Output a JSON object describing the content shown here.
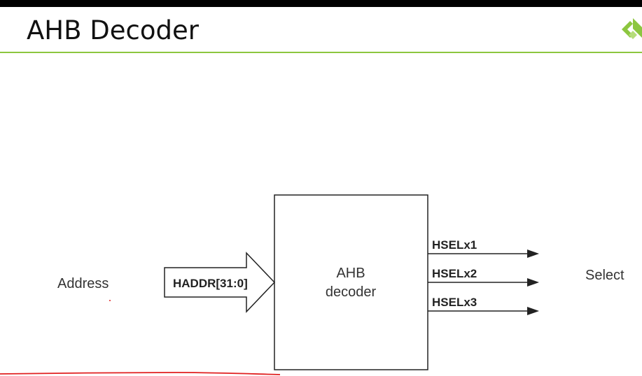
{
  "slide": {
    "title": "AHB Decoder"
  },
  "logo": {
    "icon": "company-logo-icon",
    "color": "#8cc63f"
  },
  "diagram": {
    "input_label": "Address",
    "input_bus": "HADDR[31:0]",
    "block_label_line1": "AHB",
    "block_label_line2": "decoder",
    "outputs": [
      "HSELx1",
      "HSELx2",
      "HSELx3"
    ],
    "output_label": "Select"
  },
  "annotations": {
    "underline_color": "#e02020"
  },
  "colors": {
    "accent": "#8cc63f",
    "title_bar": "#000000"
  }
}
